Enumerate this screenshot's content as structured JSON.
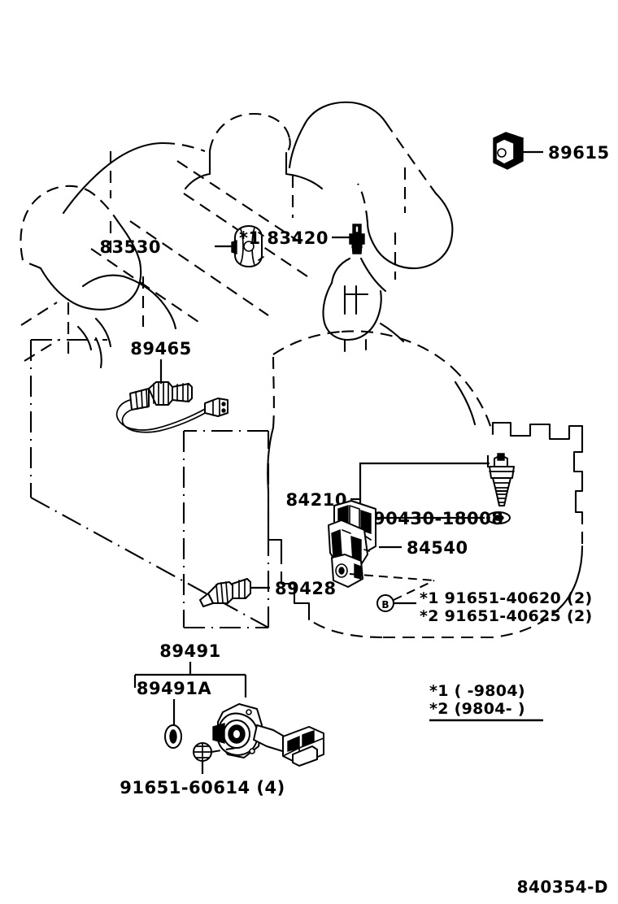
{
  "diagram": {
    "id": "840354-D",
    "title": "Toyota engine and transmission sensor/switch parts diagram"
  },
  "parts": [
    {
      "key": "p89615",
      "number": "89615",
      "label": "89615",
      "desc": "knock-sensor"
    },
    {
      "key": "p83530",
      "number": "83530",
      "label": "83530",
      "desc": "oil-pressure-switch"
    },
    {
      "key": "p83420",
      "number": "83420",
      "label": "*1 83420",
      "desc": "vehicle-speed-sensor"
    },
    {
      "key": "p89465",
      "number": "89465",
      "label": "89465",
      "desc": "oxygen-sensor"
    },
    {
      "key": "p84210",
      "number": "84210",
      "label": "84210",
      "desc": "switch-assembly"
    },
    {
      "key": "p90430",
      "number": "90430-18008",
      "label": "90430-18008",
      "desc": "gasket-washer"
    },
    {
      "key": "p84540",
      "number": "84540",
      "label": "84540",
      "desc": "neutral-start-switch"
    },
    {
      "key": "p89428",
      "number": "89428",
      "label": "89428",
      "desc": "coolant-temp-sensor"
    },
    {
      "key": "p91651a",
      "number": "91651-40620 (2)",
      "label": "*1 91651-40620 (2)",
      "desc": "bolt-type-1"
    },
    {
      "key": "p91651b",
      "number": "91651-40625 (2)",
      "label": "*2 91651-40625 (2)",
      "desc": "bolt-type-2"
    },
    {
      "key": "p89491",
      "number": "89491",
      "label": "89491",
      "desc": "throttle-position-sensor-assembly"
    },
    {
      "key": "p89491a",
      "number": "89491A",
      "label": "89491A",
      "desc": "o-ring"
    },
    {
      "key": "p91651c",
      "number": "91651-60614 (4)",
      "label": "91651-60614 (4)",
      "desc": "bolt-mounting"
    }
  ],
  "footnotes": [
    {
      "marker": "*1",
      "range": "(      -9804)"
    },
    {
      "marker": "*2",
      "range": "(9804-      )"
    }
  ],
  "labels": {
    "l89615": "89615",
    "l83530": "83530",
    "l83420": "*1 83420",
    "l89465": "89465",
    "l84210": "84210",
    "l90430": "90430-18008",
    "l84540": "84540",
    "l89428": "89428",
    "l91651_40620": "*1 91651-40620 (2)",
    "l91651_40625": "*2 91651-40625 (2)",
    "l89491": "89491",
    "l89491a": "89491A",
    "l91651_60614": "91651-60614 (4)",
    "fn1": "*1 (      -9804)",
    "fn2": "*2 (9804-      )",
    "diagram_id": "840354-D"
  },
  "colors": {
    "ink": "#000000",
    "paper": "#ffffff"
  }
}
